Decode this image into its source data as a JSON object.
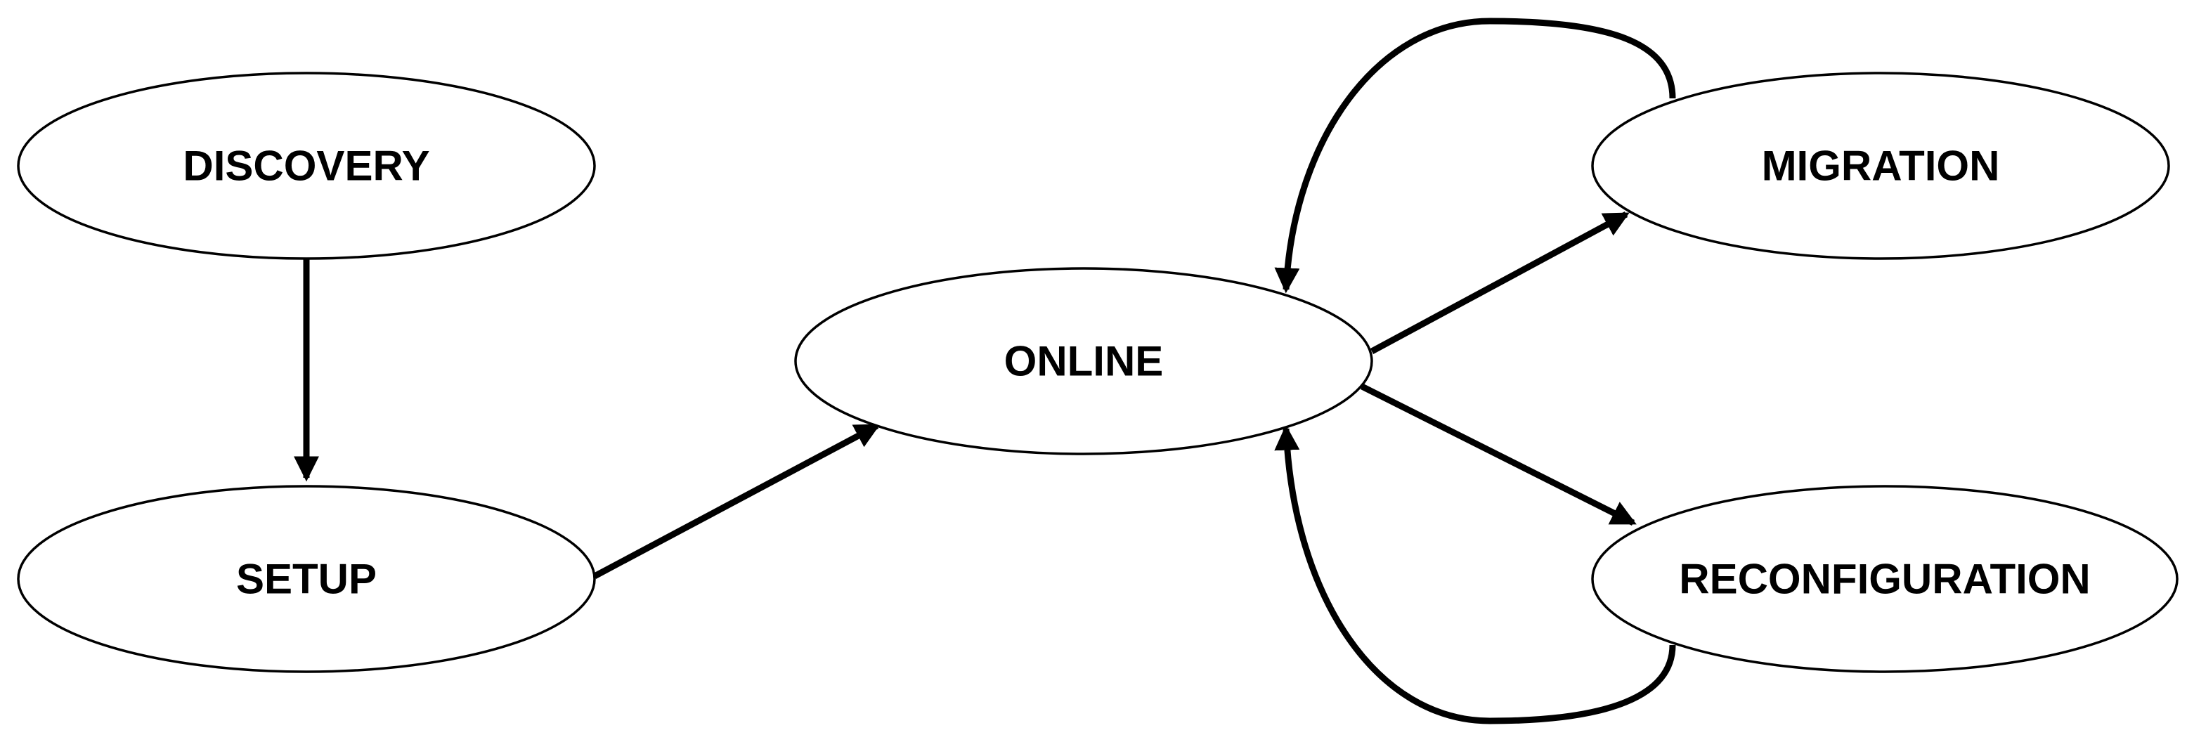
{
  "diagram": {
    "nodes": {
      "discovery": "DISCOVERY",
      "setup": "SETUP",
      "online": "ONLINE",
      "migration": "MIGRATION",
      "reconfiguration": "RECONFIGURATION"
    },
    "stroke_color": "#000000",
    "fill_color": "#ffffff",
    "edges": [
      {
        "from": "DISCOVERY",
        "to": "SETUP"
      },
      {
        "from": "SETUP",
        "to": "ONLINE"
      },
      {
        "from": "ONLINE",
        "to": "MIGRATION"
      },
      {
        "from": "ONLINE",
        "to": "RECONFIGURATION"
      },
      {
        "from": "MIGRATION",
        "to": "ONLINE"
      },
      {
        "from": "RECONFIGURATION",
        "to": "ONLINE"
      }
    ]
  }
}
